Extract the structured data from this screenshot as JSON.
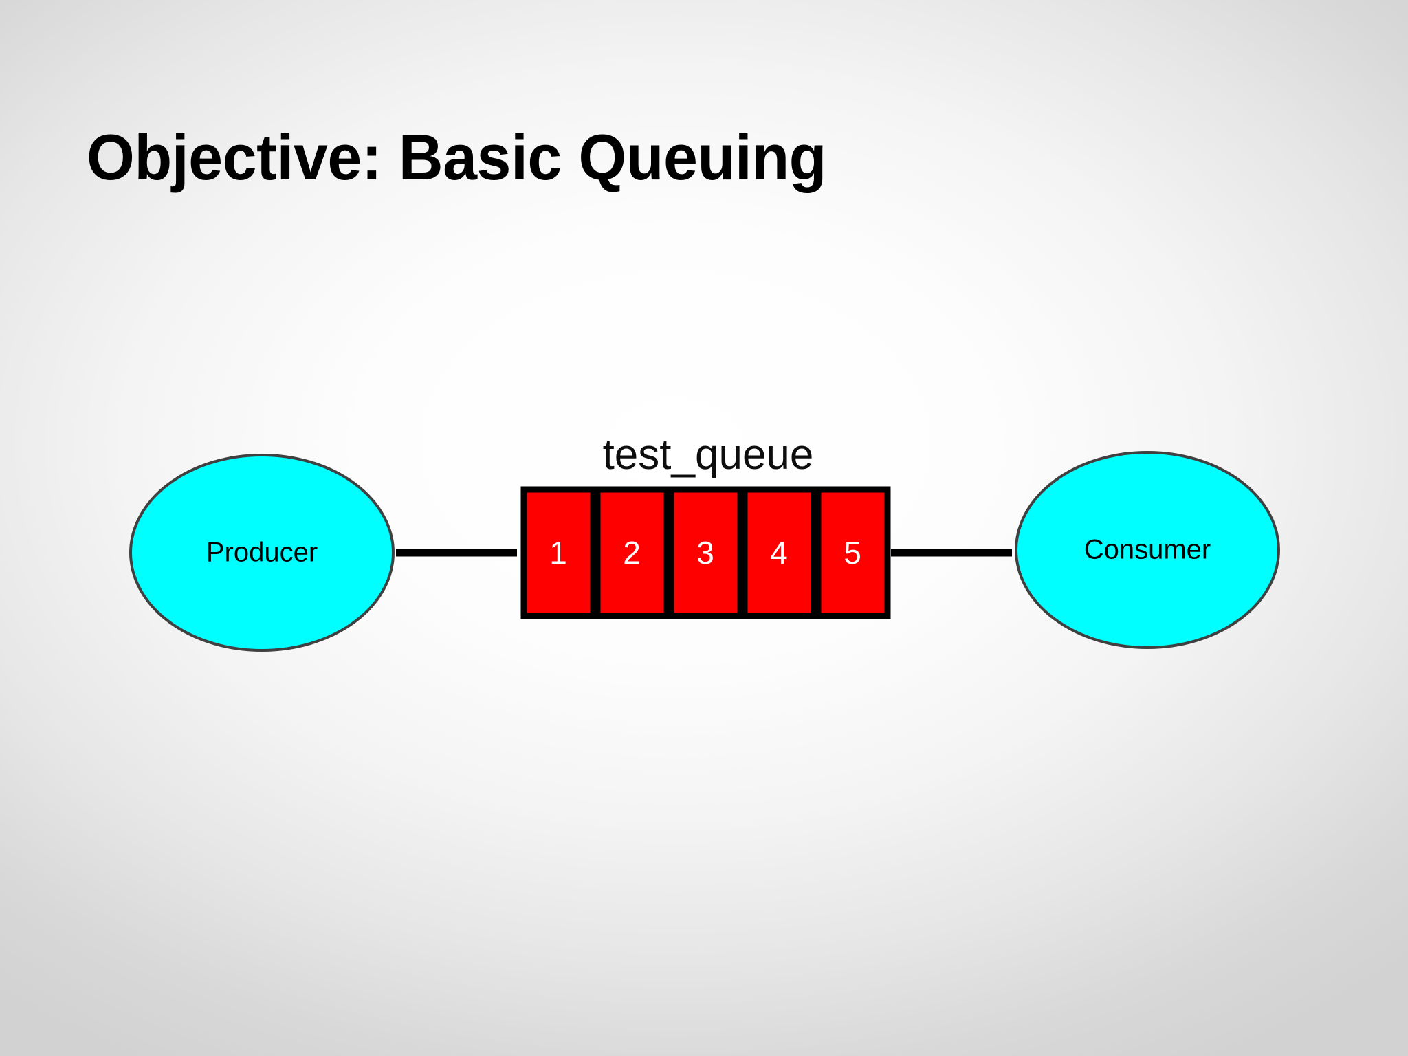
{
  "slide": {
    "title": "Objective: Basic Queuing",
    "background": {
      "center_color": "#ffffff",
      "edge_color": "#d2d2d2"
    }
  },
  "diagram": {
    "type": "flow",
    "producer": {
      "label": "Producer",
      "shape": "ellipse",
      "fill": "#00ffff",
      "stroke": "#404040"
    },
    "consumer": {
      "label": "Consumer",
      "shape": "ellipse",
      "fill": "#00ffff",
      "stroke": "#404040"
    },
    "queue": {
      "name": "test_queue",
      "fill": "#ff0000",
      "stroke": "#000000",
      "text_color": "#ffffff",
      "cells": [
        {
          "value": "1"
        },
        {
          "value": "2"
        },
        {
          "value": "3"
        },
        {
          "value": "4"
        },
        {
          "value": "5"
        }
      ]
    },
    "arrows": [
      {
        "name": "producer-to-queue",
        "from": "producer",
        "to": "queue",
        "color": "#000000"
      },
      {
        "name": "queue-to-consumer",
        "from": "queue",
        "to": "consumer",
        "color": "#000000"
      }
    ]
  }
}
